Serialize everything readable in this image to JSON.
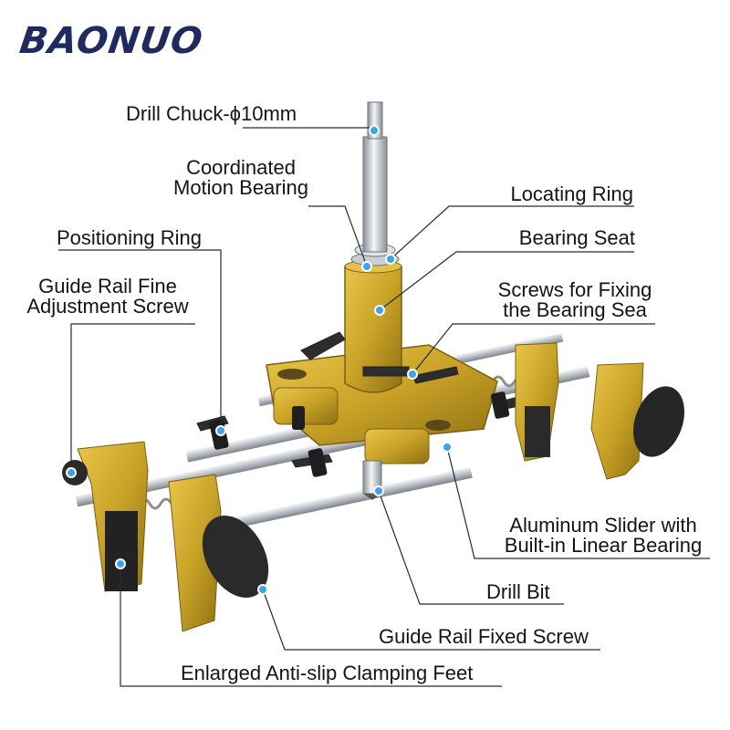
{
  "brand": {
    "logo_text": "BAONUO",
    "logo_color": "#1f2a5e"
  },
  "colors": {
    "body": "#c9a227",
    "body_dark": "#8f7013",
    "rail": "#c7ccd2",
    "label_line": "#2b2b2b",
    "dot": "#3fa3e8"
  },
  "labels": {
    "drill_chuck": "Drill Chuck-ϕ10mm",
    "coordinated_motion_line1": "Coordinated",
    "coordinated_motion_line2": "Motion Bearing",
    "locating_ring": "Locating Ring",
    "positioning_ring": "Positioning Ring",
    "bearing_seat": "Bearing Seat",
    "guide_rail_fine_line1": "Guide Rail Fine",
    "guide_rail_fine_line2": "Adjustment Screw",
    "screws_fixing_line1": "Screws for Fixing",
    "screws_fixing_line2": "the Bearing Sea",
    "aluminum_slider_line1": "Aluminum Slider with",
    "aluminum_slider_line2": "Built-in Linear Bearing",
    "drill_bit": "Drill Bit",
    "guide_rail_fixed_screw": "Guide Rail Fixed Screw",
    "clamping_feet": "Enlarged Anti-slip Clamping Feet"
  }
}
